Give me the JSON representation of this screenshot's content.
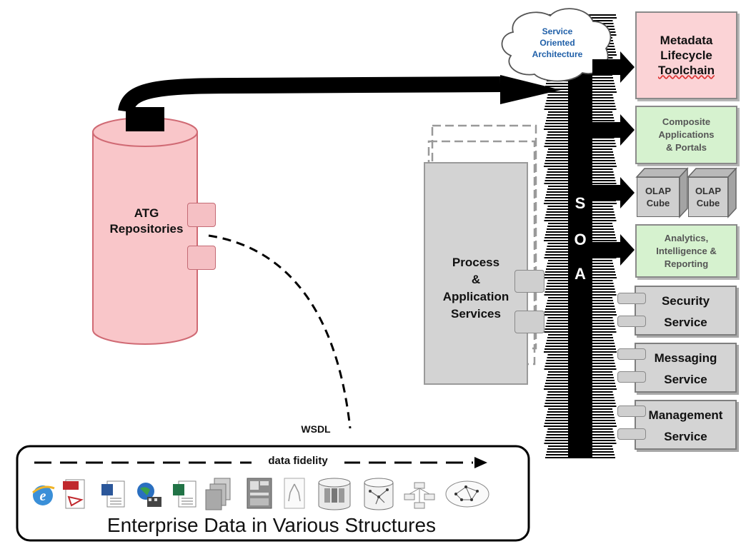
{
  "cloud": {
    "lines": [
      "Service",
      "Oriented",
      "Architecture"
    ],
    "color": "#1f5fa8"
  },
  "repository": {
    "lines": [
      "ATG",
      "Repositories"
    ],
    "fill": "#f9c6c9",
    "stroke": "#d06a74"
  },
  "soa_bus": {
    "letters": [
      "S",
      "O",
      "A"
    ]
  },
  "process": {
    "lines": [
      "Process",
      "&",
      "Application",
      "Services"
    ]
  },
  "targets": {
    "metadata": {
      "lines": [
        "Metadata",
        "Lifecycle",
        "Toolchain"
      ],
      "fill": "#fbd3d6"
    },
    "composite": {
      "lines": [
        "Composite",
        "Applications",
        "& Portals"
      ],
      "fill": "#d6f2cf"
    },
    "olap": [
      {
        "lines": [
          "OLAP",
          "Cube"
        ]
      },
      {
        "lines": [
          "OLAP",
          "Cube"
        ]
      }
    ],
    "analytics": {
      "lines": [
        "Analytics,",
        "Intelligence &",
        "Reporting"
      ],
      "fill": "#d6f2cf"
    }
  },
  "services": [
    {
      "lines": [
        "Security",
        "Service"
      ]
    },
    {
      "lines": [
        "Messaging",
        "Service"
      ]
    },
    {
      "lines": [
        "Management",
        "Service"
      ]
    }
  ],
  "wsdl_label": "WSDL",
  "enterprise": {
    "fidelity_label": "data fidelity",
    "title": "Enterprise Data in Various Structures",
    "icons": [
      "ie-icon",
      "pdf-icon",
      "word-doc-icon",
      "globe-video-icon",
      "excel-doc-icon",
      "stacked-docs-icon",
      "form-layout-icon",
      "tree-doc-icon",
      "database-cylinder-icon",
      "network-cylinder-icon",
      "hierarchy-icon",
      "graph-ellipse-icon"
    ]
  }
}
